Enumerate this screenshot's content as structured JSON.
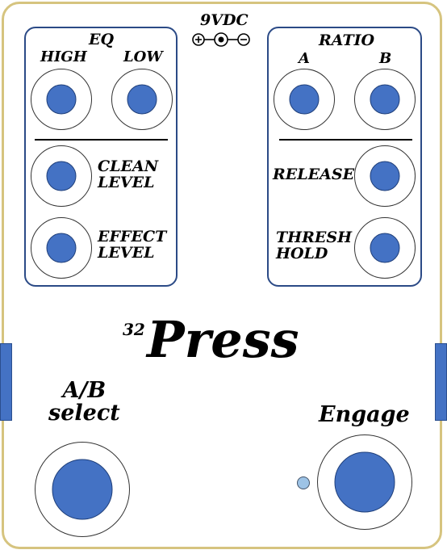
{
  "brand": {
    "superscript": "32",
    "name": "Press"
  },
  "power": {
    "label": "9VDC"
  },
  "eq_panel": {
    "title": "EQ",
    "high_label": "HIGH",
    "low_label": "LOW",
    "clean_label": "CLEAN\nLEVEL",
    "effect_label": "EFFECT\nLEVEL"
  },
  "ratio_panel": {
    "title": "RATIO",
    "a_label": "A",
    "b_label": "B",
    "release_label": "RELEASE",
    "threshold_label": "THRESH\nHOLD"
  },
  "footswitches": {
    "ab_label": "A/B\nselect",
    "engage_label": "Engage"
  },
  "colors": {
    "knob": "#4472c4",
    "panel_border": "#2b4a86",
    "enclosure_border": "#d6c47f",
    "led": "#9dc3e6"
  }
}
